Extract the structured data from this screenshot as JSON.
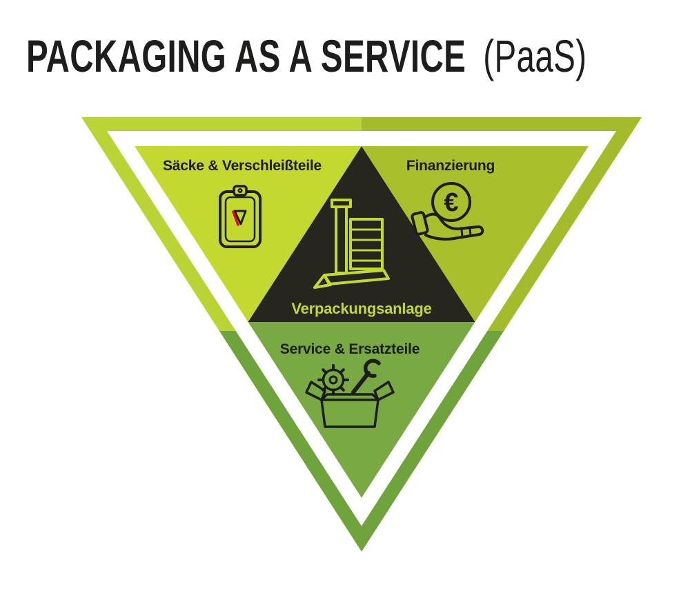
{
  "title": {
    "main": "PACKAGING AS A SERVICE",
    "suffix": "(PaaS)"
  },
  "diagram": {
    "name": "Packaging as a Service inverted triangle diagram",
    "segments": {
      "top_left": {
        "label": "Säcke & Verschleißteile",
        "icon": "sack-with-logo-icon"
      },
      "top_right": {
        "label": "Finanzierung",
        "icon": "hand-euro-coin-icon"
      },
      "bottom": {
        "label": "Service & Ersatzteile",
        "icon": "box-gear-wrench-icon"
      },
      "center": {
        "label": "Verpackungsanlage",
        "icon": "packaging-machine-icon"
      }
    },
    "euro_symbol": "€"
  },
  "colors": {
    "outer_left": "#b9d434",
    "outer_right": "#a4bc2b",
    "outer_bottom": "#6fa33c",
    "inner_left": "#c3d92f",
    "inner_right": "#a9c02c",
    "inner_bottom": "#78a942",
    "center_black": "#26261f",
    "text_dark": "#1d1d1b",
    "accent_green": "#c3d92f",
    "logo_red": "#e30613",
    "background": "#ffffff"
  }
}
